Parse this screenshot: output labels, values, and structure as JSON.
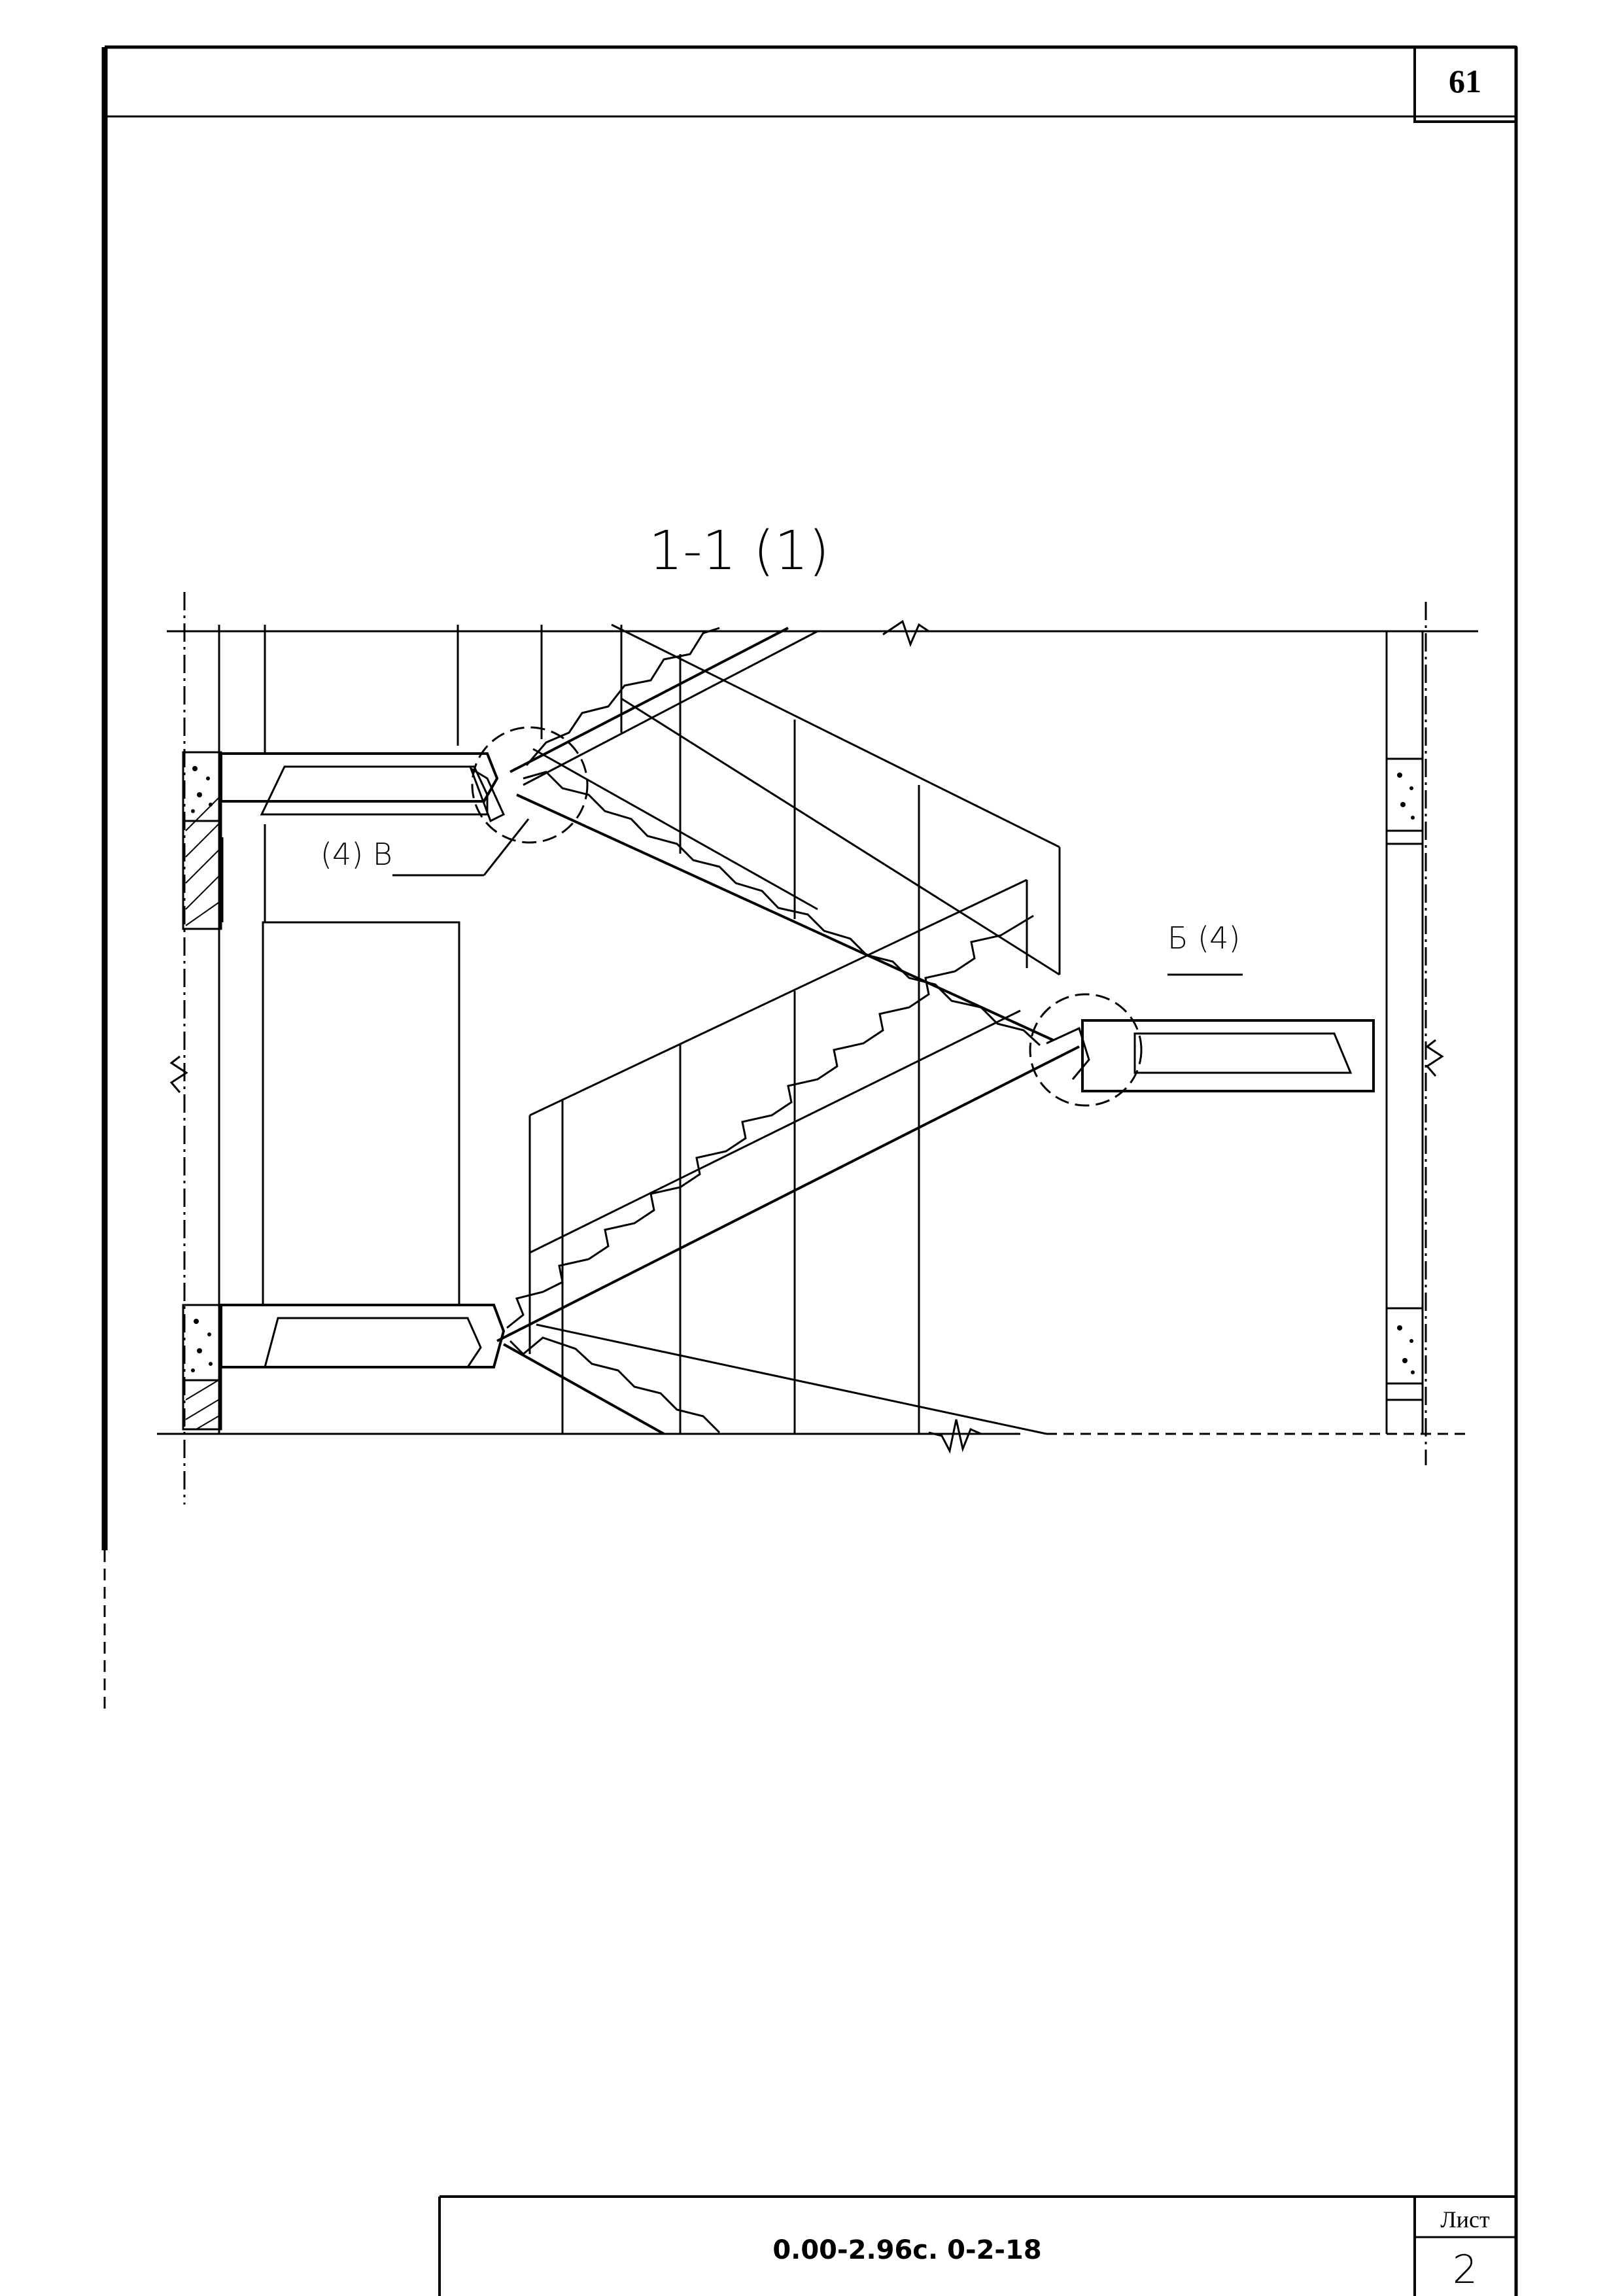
{
  "sheet": {
    "page_number": "61",
    "section_title": "1-1 (1)",
    "callout_upper_left": "(4) В",
    "callout_right": "Б (4)"
  },
  "title_block": {
    "document_code": "0.00-2.96с. 0-2-18",
    "sheet_label": "Лист",
    "sheet_number": "2"
  }
}
